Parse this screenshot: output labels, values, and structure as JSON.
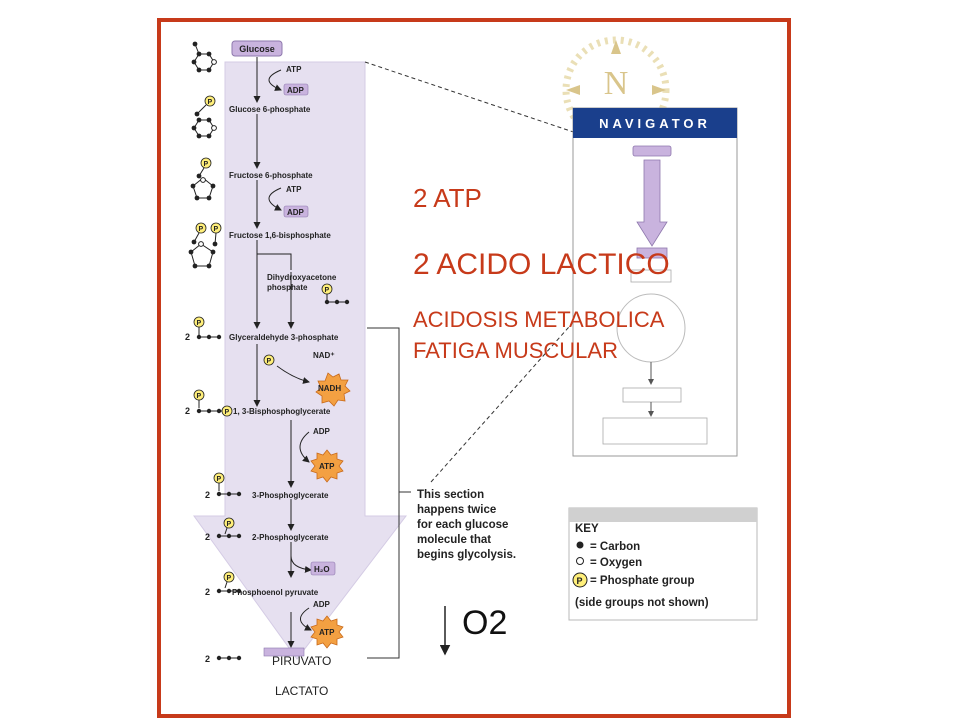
{
  "steps": {
    "glucose": "Glucose",
    "atp1": "ATP",
    "adp1": "ADP",
    "g6p": "Glucose 6-phosphate",
    "f6p": "Fructose 6-phosphate",
    "atp2": "ATP",
    "adp2": "ADP",
    "f16bp": "Fructose 1,6-bisphosphate",
    "dhap1": "Dihydroxyacetone",
    "dhap2": "phosphate",
    "g3p": "Glyceraldehyde 3-phosphate",
    "nad": "NAD⁺",
    "nadh": "NADH",
    "bpg": "1, 3-Bisphosphoglycerate",
    "adp3": "ADP",
    "atp3": "ATP",
    "pg3": "3-Phosphoglycerate",
    "pg2": "2-Phosphoglycerate",
    "h2o": "H₂O",
    "pep": "Phosphoenol pyruvate",
    "adp4": "ADP",
    "atp4": "ATP"
  },
  "multiplier": "2",
  "phosphate_symbol": "P",
  "navigator": {
    "label": "NAVIGATOR",
    "logo_letter": "N"
  },
  "section_note": [
    "This section",
    "happens twice",
    "for each glucose",
    "molecule that",
    "begins glycolysis."
  ],
  "key": {
    "title": "KEY",
    "carbon": "= Carbon",
    "oxygen": "= Oxygen",
    "phosphate": "= Phosphate group",
    "note": "(side groups not shown)"
  },
  "overlay": {
    "atp": "2 ATP",
    "lactic": "2 ACIDO LACTICO",
    "acidosis": "ACIDOSIS METABOLICA",
    "fatigue": "FATIGA MUSCULAR",
    "o2": "O2",
    "piruvato": "PIRUVATO",
    "lactato": "LACTATO"
  },
  "colors": {
    "border": "#c73a1a",
    "accent_text": "#c73a1a",
    "arrow_fill": "#e6e0f0",
    "lavender_box": "#c9b3de",
    "navigator_blue": "#1a3f8c",
    "starburst": "#f3a042",
    "phosphate_yellow": "#ffef7a",
    "compass_gold": "#e8d9a6"
  }
}
